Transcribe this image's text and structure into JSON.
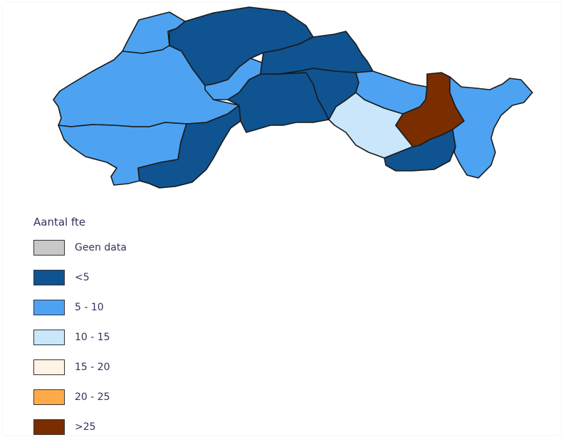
{
  "legend": {
    "title": "Aantal fte",
    "items": [
      {
        "label": "Geen data",
        "color": "#c8c8c8"
      },
      {
        "label": "<5",
        "color": "#0f5390"
      },
      {
        "label": "5 - 10",
        "color": "#4da3f2"
      },
      {
        "label": "10 - 15",
        "color": "#c9e6fb"
      },
      {
        "label": "15 - 20",
        "color": "#fff3e6"
      },
      {
        "label": "20 - 25",
        "color": "#ffab4a"
      },
      {
        "label": ">25",
        "color": "#7a2e00"
      }
    ]
  },
  "regions": [
    {
      "id": "region-northwest-top",
      "class_index": 2
    },
    {
      "id": "region-west-large",
      "class_index": 2
    },
    {
      "id": "region-southwest",
      "class_index": 2
    },
    {
      "id": "region-south-central-west",
      "class_index": 1
    },
    {
      "id": "region-north-central",
      "class_index": 1
    },
    {
      "id": "region-north-inlet",
      "class_index": 2
    },
    {
      "id": "region-central",
      "class_index": 1
    },
    {
      "id": "region-northeast-top",
      "class_index": 1
    },
    {
      "id": "region-central-east",
      "class_index": 1
    },
    {
      "id": "region-east-light",
      "class_index": 3
    },
    {
      "id": "region-east-upper",
      "class_index": 2
    },
    {
      "id": "region-east-max",
      "class_index": 6
    },
    {
      "id": "region-southeast",
      "class_index": 1
    },
    {
      "id": "region-far-east",
      "class_index": 2
    }
  ]
}
